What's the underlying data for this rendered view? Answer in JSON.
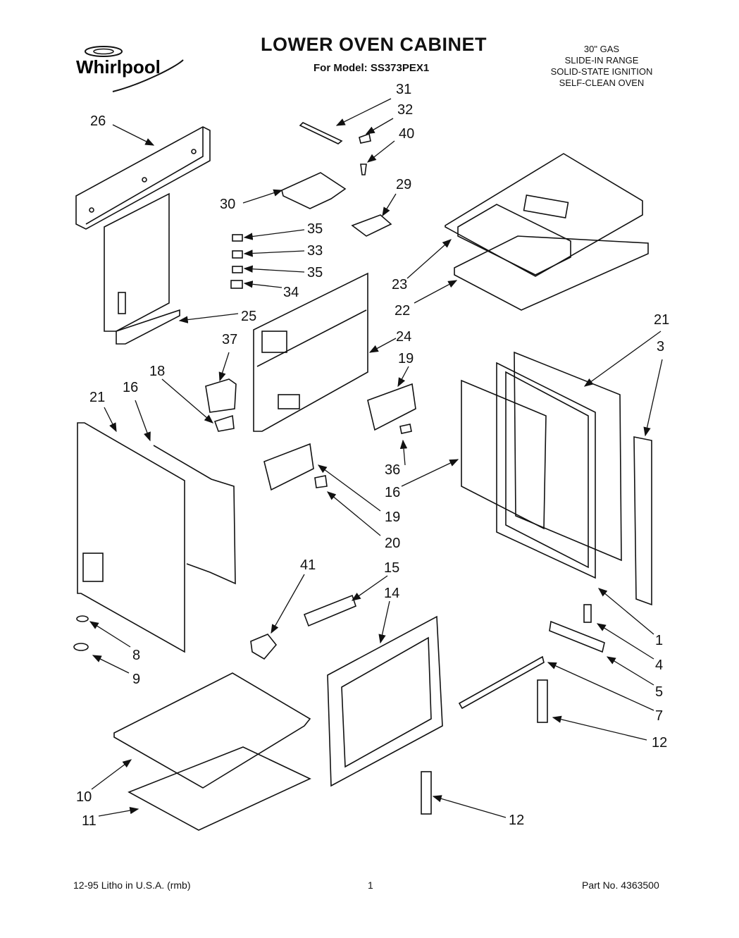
{
  "brand": "Whirlpool",
  "title": "LOWER OVEN CABINET",
  "model_line": "For Model: SS373PEX1",
  "spec_lines": [
    "30\" GAS",
    "SLIDE-IN RANGE",
    "SOLID-STATE IGNITION",
    "SELF-CLEAN OVEN"
  ],
  "callouts": {
    "c1": "1",
    "c3": "3",
    "c4": "4",
    "c5": "5",
    "c7": "7",
    "c8": "8",
    "c9": "9",
    "c10": "10",
    "c11": "11",
    "c12a": "12",
    "c12b": "12",
    "c14": "14",
    "c15": "15",
    "c16a": "16",
    "c16b": "16",
    "c18": "18",
    "c19a": "19",
    "c19b": "19",
    "c20": "20",
    "c21a": "21",
    "c21b": "21",
    "c22": "22",
    "c23": "23",
    "c24": "24",
    "c25": "25",
    "c26": "26",
    "c29": "29",
    "c30": "30",
    "c31": "31",
    "c32": "32",
    "c33": "33",
    "c34": "34",
    "c35a": "35",
    "c35b": "35",
    "c36": "36",
    "c37": "37",
    "c40": "40",
    "c41": "41"
  },
  "footer": {
    "litho": "12-95 Litho in U.S.A. (rmb)",
    "page": "1",
    "part": "Part No. 4363500"
  }
}
